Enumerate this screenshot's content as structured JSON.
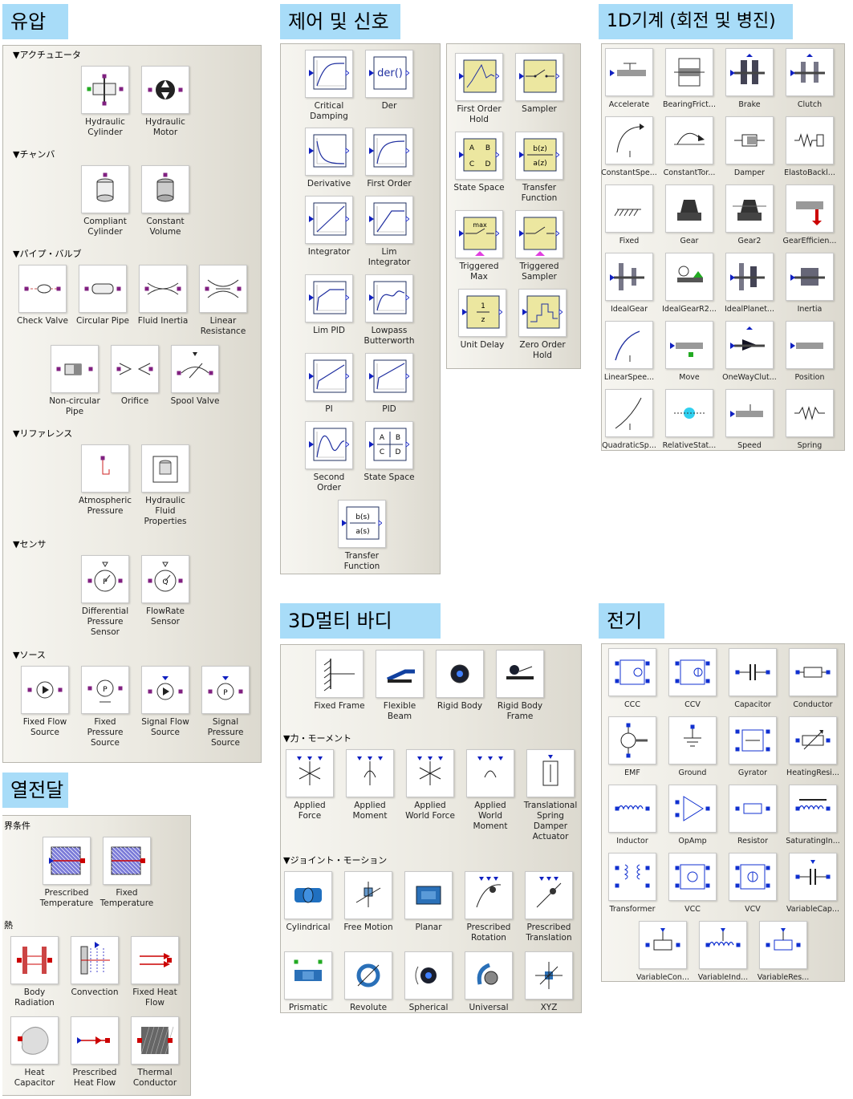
{
  "hydraulic": {
    "title": "유압",
    "sections": [
      {
        "label": "▼アクチュエータ",
        "items": [
          {
            "label": "Hydraulic\nCylinder",
            "icon": "hydraulic-cylinder-icon"
          },
          {
            "label": "Hydraulic\nMotor",
            "icon": "hydraulic-motor-icon"
          }
        ]
      },
      {
        "label": "▼チャンバ",
        "items": [
          {
            "label": "Compliant\nCylinder",
            "icon": "compliant-cylinder-icon"
          },
          {
            "label": "Constant\nVolume",
            "icon": "constant-volume-icon"
          }
        ]
      },
      {
        "label": "▼パイプ・バルブ",
        "items": [
          {
            "label": "Check Valve",
            "icon": "check-valve-icon"
          },
          {
            "label": "Circular Pipe",
            "icon": "circular-pipe-icon"
          },
          {
            "label": "Fluid Inertia",
            "icon": "fluid-inertia-icon"
          },
          {
            "label": "Linear\nResistance",
            "icon": "linear-resistance-icon"
          },
          {
            "label": "Non-circular\nPipe",
            "icon": "non-circular-pipe-icon"
          },
          {
            "label": "Orifice",
            "icon": "orifice-icon"
          },
          {
            "label": "Spool Valve",
            "icon": "spool-valve-icon"
          }
        ]
      },
      {
        "label": "▼リファレンス",
        "items": [
          {
            "label": "Atmospheric\nPressure",
            "icon": "atmospheric-pressure-icon"
          },
          {
            "label": "Hydraulic\nFluid\nProperties",
            "icon": "fluid-properties-icon"
          }
        ]
      },
      {
        "label": "▼センサ",
        "items": [
          {
            "label": "Differential\nPressure\nSensor",
            "icon": "pressure-sensor-icon"
          },
          {
            "label": "FlowRate\nSensor",
            "icon": "flowrate-sensor-icon"
          }
        ]
      },
      {
        "label": "▼ソース",
        "items": [
          {
            "label": "Fixed Flow\nSource",
            "icon": "fixed-flow-source-icon"
          },
          {
            "label": "Fixed\nPressure\nSource",
            "icon": "fixed-pressure-source-icon"
          },
          {
            "label": "Signal Flow\nSource",
            "icon": "signal-flow-source-icon"
          },
          {
            "label": "Signal\nPressure\nSource",
            "icon": "signal-pressure-source-icon"
          }
        ]
      }
    ]
  },
  "heat": {
    "title": "열전달",
    "sections": [
      {
        "label": "界条件",
        "items": [
          {
            "label": "Prescribed\nTemperature",
            "icon": "prescribed-temperature-icon"
          },
          {
            "label": "Fixed\nTemperature",
            "icon": "fixed-temperature-icon"
          }
        ]
      },
      {
        "label": "熱",
        "items": [
          {
            "label": "Body\nRadiation",
            "icon": "body-radiation-icon"
          },
          {
            "label": "Convection",
            "icon": "convection-icon"
          },
          {
            "label": "Fixed Heat\nFlow",
            "icon": "fixed-heat-flow-icon"
          },
          {
            "label": "Heat\nCapacitor",
            "icon": "heat-capacitor-icon"
          },
          {
            "label": "Prescribed\nHeat Flow",
            "icon": "prescribed-heat-flow-icon"
          },
          {
            "label": "Thermal\nConductor",
            "icon": "thermal-conductor-icon"
          }
        ]
      }
    ]
  },
  "control": {
    "title": "제어 및 신호",
    "left": [
      {
        "label": "Critical\nDamping"
      },
      {
        "label": "Der"
      },
      {
        "label": "Derivative"
      },
      {
        "label": "First Order"
      },
      {
        "label": "Integrator"
      },
      {
        "label": "Lim\nIntegrator"
      },
      {
        "label": "Lim PID"
      },
      {
        "label": "Lowpass\nButterworth"
      },
      {
        "label": "PI"
      },
      {
        "label": "PID"
      },
      {
        "label": "Second\nOrder"
      },
      {
        "label": "State Space"
      },
      {
        "label": "Transfer\nFunction"
      }
    ],
    "right": [
      {
        "label": "First Order\nHold"
      },
      {
        "label": "Sampler"
      },
      {
        "label": "State Space"
      },
      {
        "label": "Transfer\nFunction"
      },
      {
        "label": "Triggered\nMax"
      },
      {
        "label": "Triggered\nSampler"
      },
      {
        "label": "Unit Delay"
      },
      {
        "label": "Zero Order\nHold"
      }
    ],
    "glyphs": {
      "der": "der()",
      "ss_a": "A",
      "ss_b": "B",
      "ss_c": "C",
      "ss_d": "D",
      "tf_num": "b(s)",
      "tf_den": "a(s)",
      "dtf_num": "b(z)",
      "dtf_den": "a(z)",
      "ud_num": "1",
      "ud_den": "z",
      "max": "max"
    }
  },
  "mech1d": {
    "title": "1D기계 (회전 및 병진)",
    "items": [
      {
        "label": "Accelerate"
      },
      {
        "label": "BearingFrict..."
      },
      {
        "label": "Brake"
      },
      {
        "label": "Clutch"
      },
      {
        "label": "ConstantSpe..."
      },
      {
        "label": "ConstantTor..."
      },
      {
        "label": "Damper"
      },
      {
        "label": "ElastoBackl..."
      },
      {
        "label": "Fixed"
      },
      {
        "label": "Gear"
      },
      {
        "label": "Gear2"
      },
      {
        "label": "GearEfficien..."
      },
      {
        "label": "IdealGear"
      },
      {
        "label": "IdealGearR2..."
      },
      {
        "label": "IdealPlanet..."
      },
      {
        "label": "Inertia"
      },
      {
        "label": "LinearSpee..."
      },
      {
        "label": "Move"
      },
      {
        "label": "OneWayClut..."
      },
      {
        "label": "Position"
      },
      {
        "label": "QuadraticSp..."
      },
      {
        "label": "RelativeStat..."
      },
      {
        "label": "Speed"
      },
      {
        "label": "Spring"
      }
    ]
  },
  "multibody": {
    "title": "3D멀티 바디",
    "top": [
      {
        "label": "Fixed Frame"
      },
      {
        "label": "Flexible\nBeam"
      },
      {
        "label": "Rigid Body"
      },
      {
        "label": "Rigid Body\nFrame"
      }
    ],
    "force_section": "▼力・モーメント",
    "forces": [
      {
        "label": "Applied\nForce"
      },
      {
        "label": "Applied\nMoment"
      },
      {
        "label": "Applied\nWorld Force"
      },
      {
        "label": "Applied\nWorld\nMoment"
      },
      {
        "label": "Translational\nSpring\nDamper\nActuator"
      }
    ],
    "joint_section": "▼ジョイント・モーション",
    "joints": [
      {
        "label": "Cylindrical"
      },
      {
        "label": "Free Motion"
      },
      {
        "label": "Planar"
      },
      {
        "label": "Prescribed\nRotation"
      },
      {
        "label": "Prescribed\nTranslation"
      },
      {
        "label": "Prismatic"
      },
      {
        "label": "Revolute"
      },
      {
        "label": "Spherical"
      },
      {
        "label": "Universal"
      },
      {
        "label": "XYZ"
      }
    ]
  },
  "electrical": {
    "title": "전기",
    "items": [
      {
        "label": "CCC"
      },
      {
        "label": "CCV"
      },
      {
        "label": "Capacitor"
      },
      {
        "label": "Conductor"
      },
      {
        "label": "EMF"
      },
      {
        "label": "Ground"
      },
      {
        "label": "Gyrator"
      },
      {
        "label": "HeatingResi..."
      },
      {
        "label": "Inductor"
      },
      {
        "label": "OpAmp"
      },
      {
        "label": "Resistor"
      },
      {
        "label": "SaturatingIn..."
      },
      {
        "label": "Transformer"
      },
      {
        "label": "VCC"
      },
      {
        "label": "VCV"
      },
      {
        "label": "VariableCap..."
      },
      {
        "label": "VariableCon..."
      },
      {
        "label": "VariableInd..."
      },
      {
        "label": "VariableRes..."
      }
    ]
  },
  "colors": {
    "title_bg": "#a8dcf8",
    "connector_blue": "#1020c0",
    "connector_red": "#c01010",
    "port_purple": "#802080",
    "icon_stroke": "#203060"
  }
}
